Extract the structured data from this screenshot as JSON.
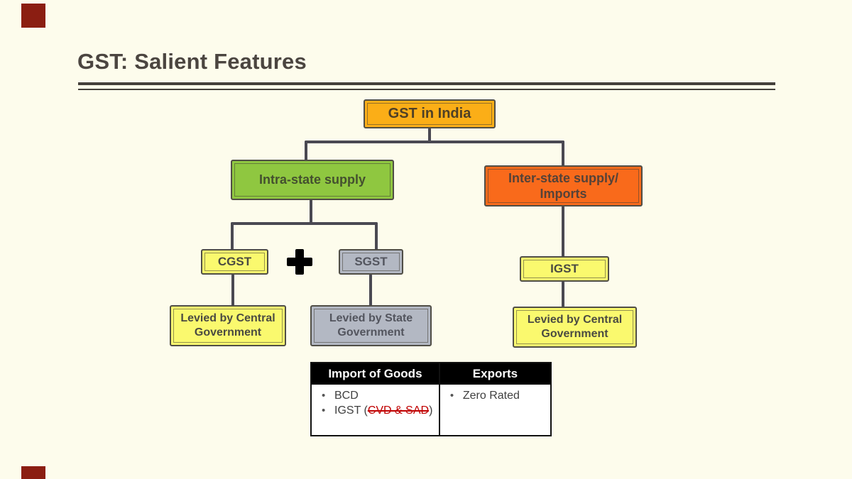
{
  "slide": {
    "title": "GST: Salient Features"
  },
  "colors": {
    "background": "#FDFCEC",
    "corner_accent": "#8B1E12",
    "root_fill": "#FBAE17",
    "intra_fill": "#8FC740",
    "inter_fill": "#F96A1B",
    "yellow_fill": "#FAF96E",
    "gray_fill": "#B3B8C3",
    "connector": "#4A4952",
    "table_header_bg": "#000000",
    "strike_red": "#C00000"
  },
  "flowchart": {
    "root_label": "GST in India",
    "intra_label": "Intra-state supply",
    "inter_label": "Inter-state supply/ Imports",
    "cgst_label": "CGST",
    "sgst_label": "SGST",
    "igst_label": "IGST",
    "levied_central_left_label": "Levied by Central Government",
    "levied_state_label": "Levied by State Government",
    "levied_central_right_label": "Levied by Central Government"
  },
  "table": {
    "header_import": "Import of Goods",
    "header_exports": "Exports",
    "import_item1": "BCD",
    "import_item2_prefix": "IGST (",
    "import_item2_struck": "CVD & SAD",
    "import_item2_suffix": ")",
    "exports_item1": "Zero Rated"
  }
}
